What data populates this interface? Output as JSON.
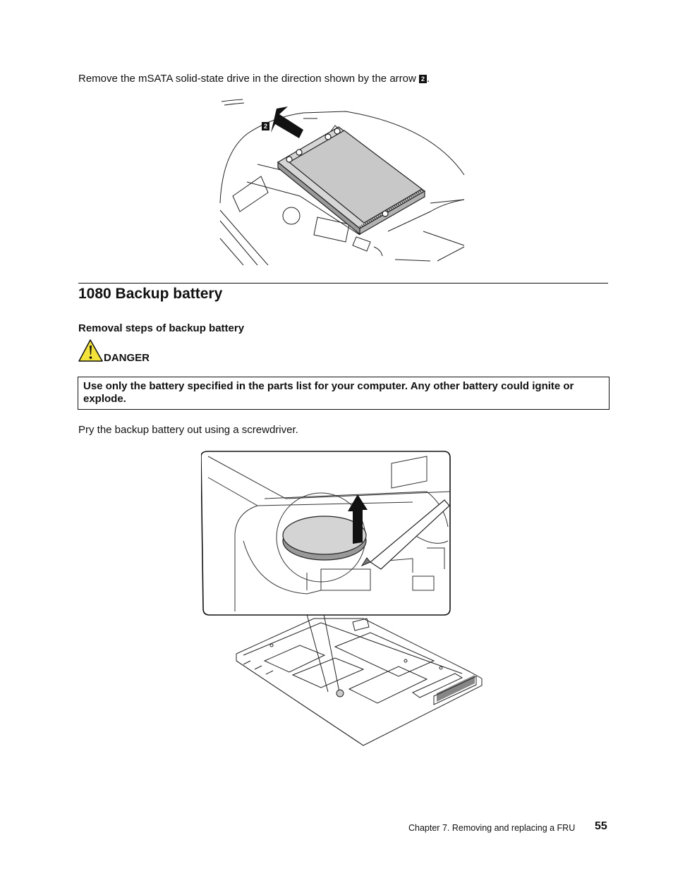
{
  "intro": {
    "text": "Remove the mSATA solid-state drive in the direction shown by the arrow ",
    "callout": "2",
    "suffix": "."
  },
  "figure1": {
    "callout": "2"
  },
  "section": {
    "title": "1080 Backup battery",
    "subtitle": "Removal steps of backup battery"
  },
  "danger": {
    "label": "DANGER",
    "warning": "Use only the battery specified in the parts list for your computer. Any other battery could ignite or explode."
  },
  "instruction": "Pry the backup battery out using a screwdriver.",
  "footer": {
    "chapter": "Chapter 7. Removing and replacing a FRU",
    "page": "55"
  }
}
